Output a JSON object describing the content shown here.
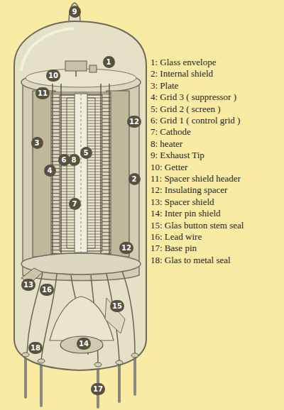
{
  "diagram": {
    "labels": [
      "9",
      "1",
      "10",
      "11",
      "12",
      "3",
      "6",
      "8",
      "5",
      "4",
      "2",
      "7",
      "12",
      "13",
      "16",
      "15",
      "14",
      "18",
      "17",
      "1: Glass envelope",
      "2: Internal shield",
      "3: Plate",
      "4: Grid 3 ( suppressor )",
      "5: Grid 2 ( screen )",
      "6: Grid 1 ( control grid )",
      "7: Cathode",
      "8: heater",
      "9: Exhaust Tip",
      "10: Getter",
      "11: Spacer shield header",
      "12: Insulating spacer",
      "13: Spacer shield",
      "14: Inter pin shield",
      "15: Glas button stem seal",
      "16: Lead wire",
      "17: Base pin",
      "18: Glas to metal seal"
    ]
  }
}
